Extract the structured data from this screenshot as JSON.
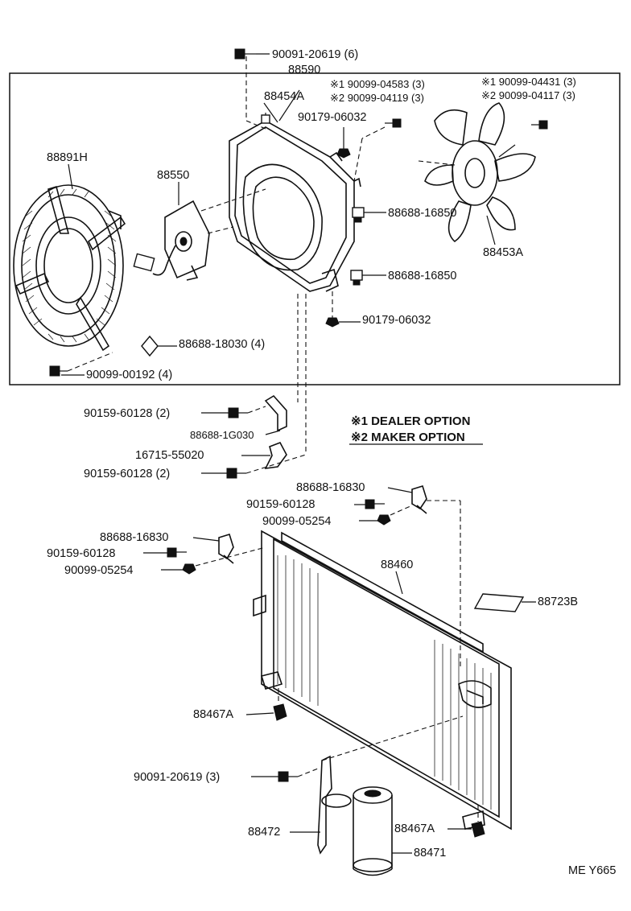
{
  "labels": {
    "bolt_top": "90091-20619 (6)",
    "shroud": "88590",
    "shroud_a": "88454A",
    "opt_bolt_1a": "※1 90099-04583 (3)",
    "opt_bolt_2a": "※2 90099-04119 (3)",
    "opt_bolt_1b": "※1 90099-04431 (3)",
    "opt_bolt_2b": "※2 90099-04117 (3)",
    "nut_upper": "90179-06032",
    "fan_motor_fan": "88891H",
    "motor": "88550",
    "clip_1": "88688-16850",
    "clip_2": "88688-16850",
    "fan_blade": "88453A",
    "nut_lower": "90179-06032",
    "clip_4": "88688-18030 (4)",
    "screw_4": "90099-00192 (4)",
    "bolt_bracket_1": "90159-60128 (2)",
    "bracket_1": "88688-1G030",
    "bracket_2": "16715-55020",
    "bolt_bracket_2": "90159-60128 (2)",
    "dealer_option": "※1 DEALER OPTION",
    "maker_option": "※2 MAKER OPTION",
    "cond_bracket_r": "88688-16830",
    "cond_bolt_r": "90159-60128",
    "cond_nut_r": "90099-05254",
    "cond_bracket_l": "88688-16830",
    "cond_bolt_l": "90159-60128",
    "cond_nut_l": "90099-05254",
    "condenser": "88460",
    "label_plate": "88723B",
    "cushion_1": "88467A",
    "bolt_bottom": "90091-20619 (3)",
    "receiver_bracket": "88472",
    "cushion_2": "88467A",
    "receiver": "88471",
    "figure_code": "ME Y665"
  }
}
